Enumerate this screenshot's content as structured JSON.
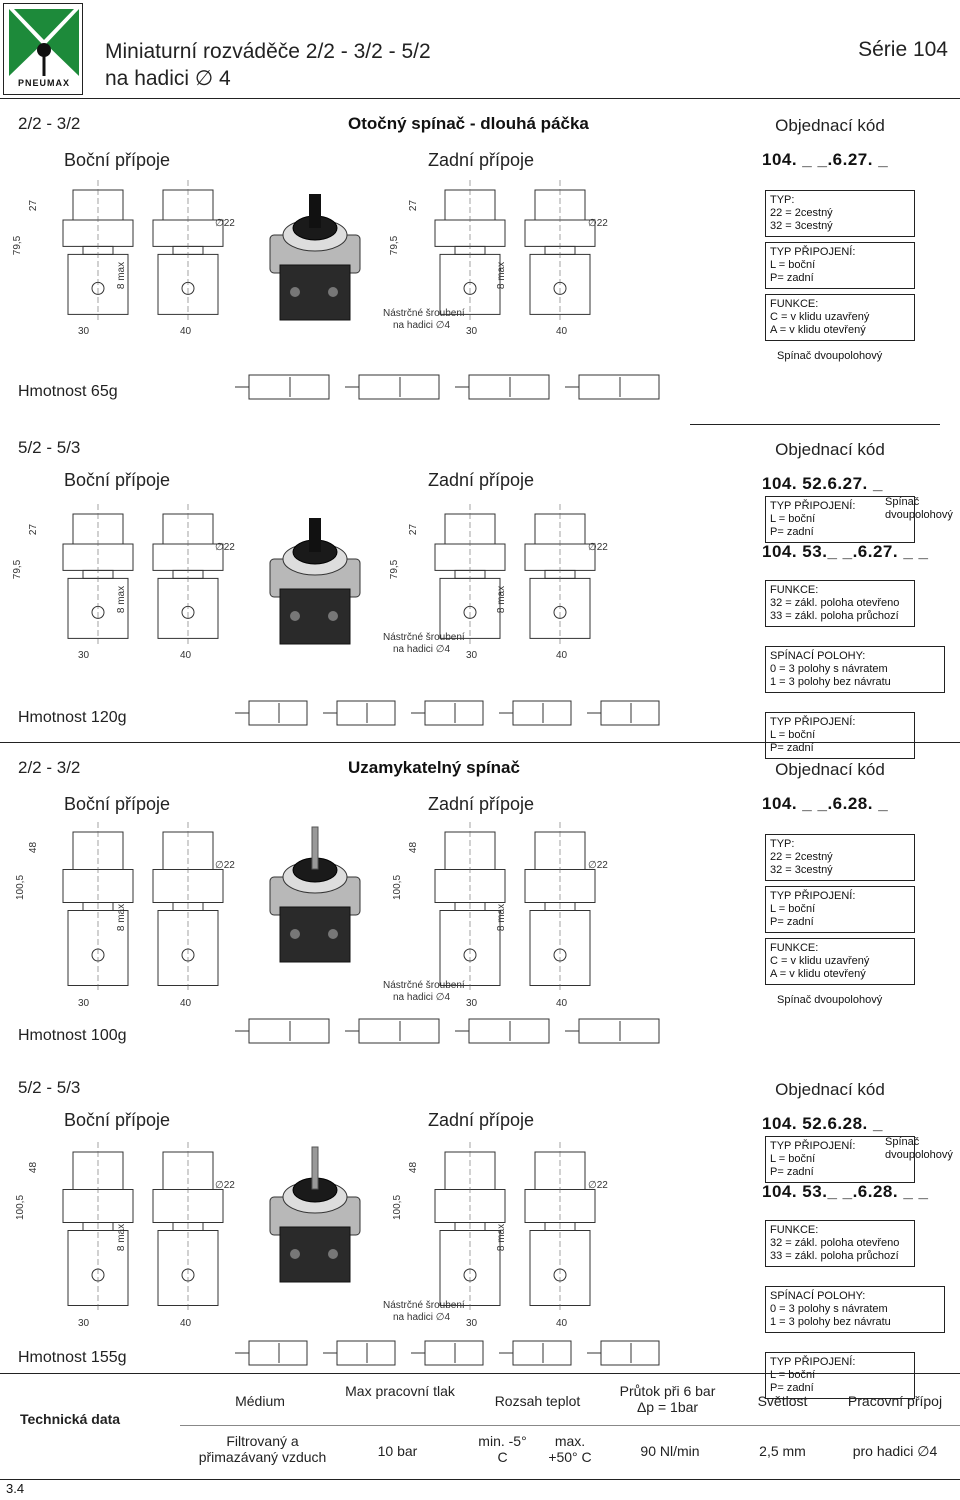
{
  "header": {
    "brand": "PNEUMAX",
    "title_line1": "Miniaturní rozváděče 2/2 - 3/2 - 5/2",
    "title_line2": "na hadici ∅ 4",
    "series": "Série 104"
  },
  "common": {
    "side_port": "Boční přípoje",
    "rear_port": "Zadní přípoje",
    "order_code": "Objednací kód",
    "dim_30": "30",
    "dim_40": "40",
    "dim_d22": "∅22",
    "dim_8max": "8 max",
    "tube_note_1": "Nástrčné šroubení",
    "tube_note_2": "na hadici ∅4"
  },
  "sections": [
    {
      "variant": "2/2 - 3/2",
      "heading": "Otočný spínač - dlouhá páčka",
      "code": "104. _ _.6.27. _",
      "height": "79,5",
      "top_dim": "27",
      "weight": "Hmotnost 65g",
      "boxes": [
        [
          "TYP:",
          "22 = 2cestný",
          "32 = 3cestný"
        ],
        [
          "TYP PŘIPOJENÍ:",
          "L = boční",
          "P= zadní"
        ],
        [
          "FUNKCE:",
          "C = v klidu uzavřený",
          "A = v klidu otevřený"
        ]
      ],
      "note": "Spínač dvoupolohový"
    },
    {
      "variant": "5/2 - 5/3",
      "code": "104. 52.6.27. _",
      "code2": "104. 53._ _.6.27. _ _",
      "height": "79,5",
      "top_dim": "27",
      "weight": "Hmotnost 120g",
      "boxes": [
        [
          "TYP PŘIPOJENÍ:",
          "L = boční",
          "P= zadní"
        ],
        [
          "FUNKCE:",
          "32 = zákl. poloha otevřeno",
          "33 = zákl. poloha průchozí"
        ],
        [
          "SPÍNACÍ POLOHY:",
          "0 = 3 polohy s návratem",
          "1 = 3 polohy bez návratu"
        ],
        [
          "TYP PŘIPOJENÍ:",
          "L = boční",
          "P= zadní"
        ]
      ],
      "note": "Spínač dvoupolohový"
    },
    {
      "variant": "2/2 - 3/2",
      "heading": "Uzamykatelný spínač",
      "code": "104. _ _.6.28. _",
      "height": "100,5",
      "top_dim": "48",
      "weight": "Hmotnost 100g",
      "boxes": [
        [
          "TYP:",
          "22 = 2cestný",
          "32 = 3cestný"
        ],
        [
          "TYP PŘIPOJENÍ:",
          "L = boční",
          "P= zadní"
        ],
        [
          "FUNKCE:",
          "C = v klidu uzavřený",
          "A = v klidu otevřený"
        ]
      ],
      "note": "Spínač dvoupolohový"
    },
    {
      "variant": "5/2 - 5/3",
      "code": "104. 52.6.28. _",
      "code2": "104. 53._ _.6.28. _ _",
      "height": "100,5",
      "top_dim": "48",
      "weight": "Hmotnost 155g",
      "boxes": [
        [
          "TYP PŘIPOJENÍ:",
          "L = boční",
          "P= zadní"
        ],
        [
          "FUNKCE:",
          "32 = zákl. poloha otevřeno",
          "33 = zákl. poloha průchozí"
        ],
        [
          "SPÍNACÍ POLOHY:",
          "0 = 3 polohy s návratem",
          "1 = 3 polohy bez návratu"
        ],
        [
          "TYP PŘIPOJENÍ:",
          "L = boční",
          "P= zadní"
        ]
      ],
      "note": "Spínač dvoupolohový"
    }
  ],
  "tech": {
    "title": "Technická data",
    "h_medium": "Médium",
    "h_pressure": "Max pracovní tlak",
    "h_temp": "Rozsah teplot",
    "h_flow": "Průtok při 6 bar Δp = 1bar",
    "h_bore": "Světlost",
    "h_port": "Pracovní přípoj",
    "v_medium": "Filtrovaný a přimazávaný vzduch",
    "v_pressure": "10 bar",
    "v_tmin": "min. -5° C",
    "v_tmax": "max. +50° C",
    "v_flow": "90 Nl/min",
    "v_bore": "2,5 mm",
    "v_port": "pro hadici ∅4"
  },
  "page_number": "3.4"
}
